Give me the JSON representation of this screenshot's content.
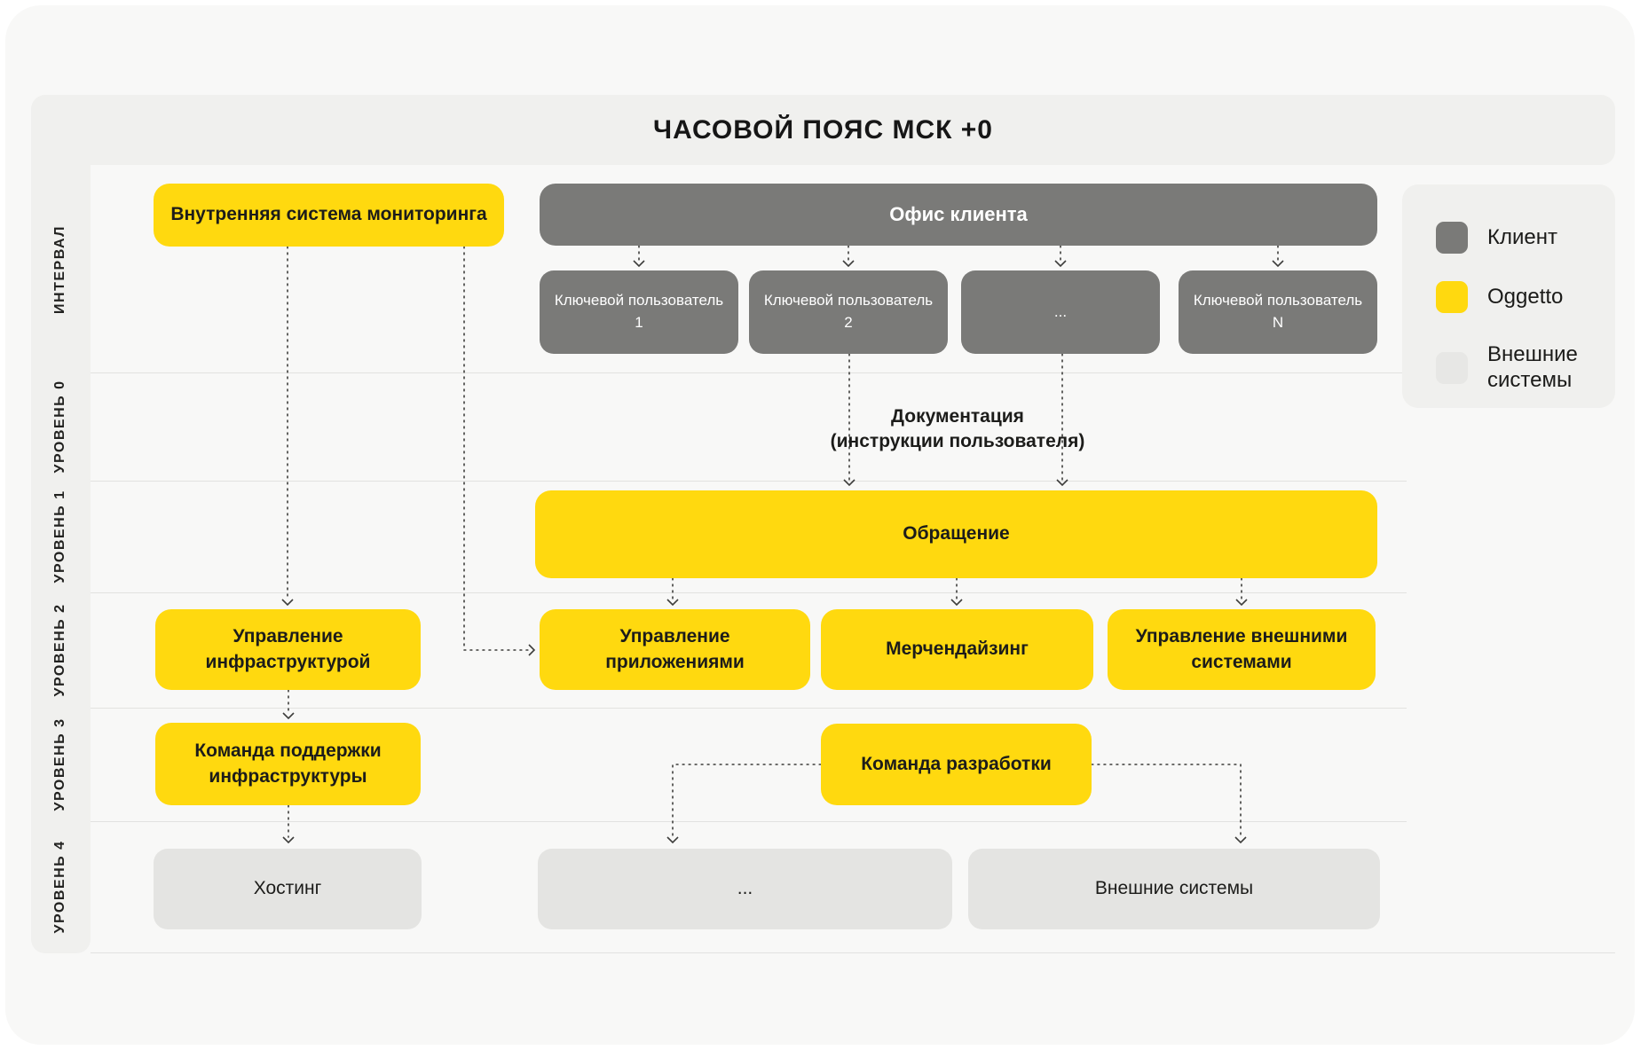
{
  "header": {
    "title": "ЧАСОВОЙ ПОЯС МСК +0"
  },
  "sidebar": {
    "labels": [
      "ИНТЕРВАЛ",
      "УРОВЕНЬ 0",
      "УРОВЕНЬ 1",
      "УРОВЕНЬ 2",
      "УРОВЕНЬ 3",
      "УРОВЕНЬ 4"
    ]
  },
  "nodes": {
    "monitoring": "Внутренняя система мониторинга",
    "office": "Офис клиента",
    "key_users": [
      "Ключевой пользователь 1",
      "Ключевой пользователь 2",
      "...",
      "Ключевой пользователь N"
    ],
    "documentation_line1": "Документация",
    "documentation_line2": "(инструкции пользователя)",
    "request": "Обращение",
    "infrastructure": "Управление инфраструктурой",
    "applications": "Управление приложениями",
    "merchandising": "Мерчендайзинг",
    "external_management": "Управление внешними системами",
    "infra_support_team": "Команда поддержки инфраструктуры",
    "dev_team": "Команда разработки",
    "hosting": "Хостинг",
    "level4_dots": "...",
    "external_systems": "Внешние системы"
  },
  "legend": {
    "items": [
      {
        "label": "Клиент",
        "color": "#7a7a78"
      },
      {
        "label": "Oggetto",
        "color": "#ffd90f"
      },
      {
        "label": "Внешние системы",
        "color": "#e7e7e5"
      }
    ]
  },
  "colors": {
    "client": "#7a7a78",
    "oggetto": "#ffd90f",
    "external": "#e4e4e2",
    "panel": "#f0f0ee",
    "background": "#f8f8f7"
  }
}
